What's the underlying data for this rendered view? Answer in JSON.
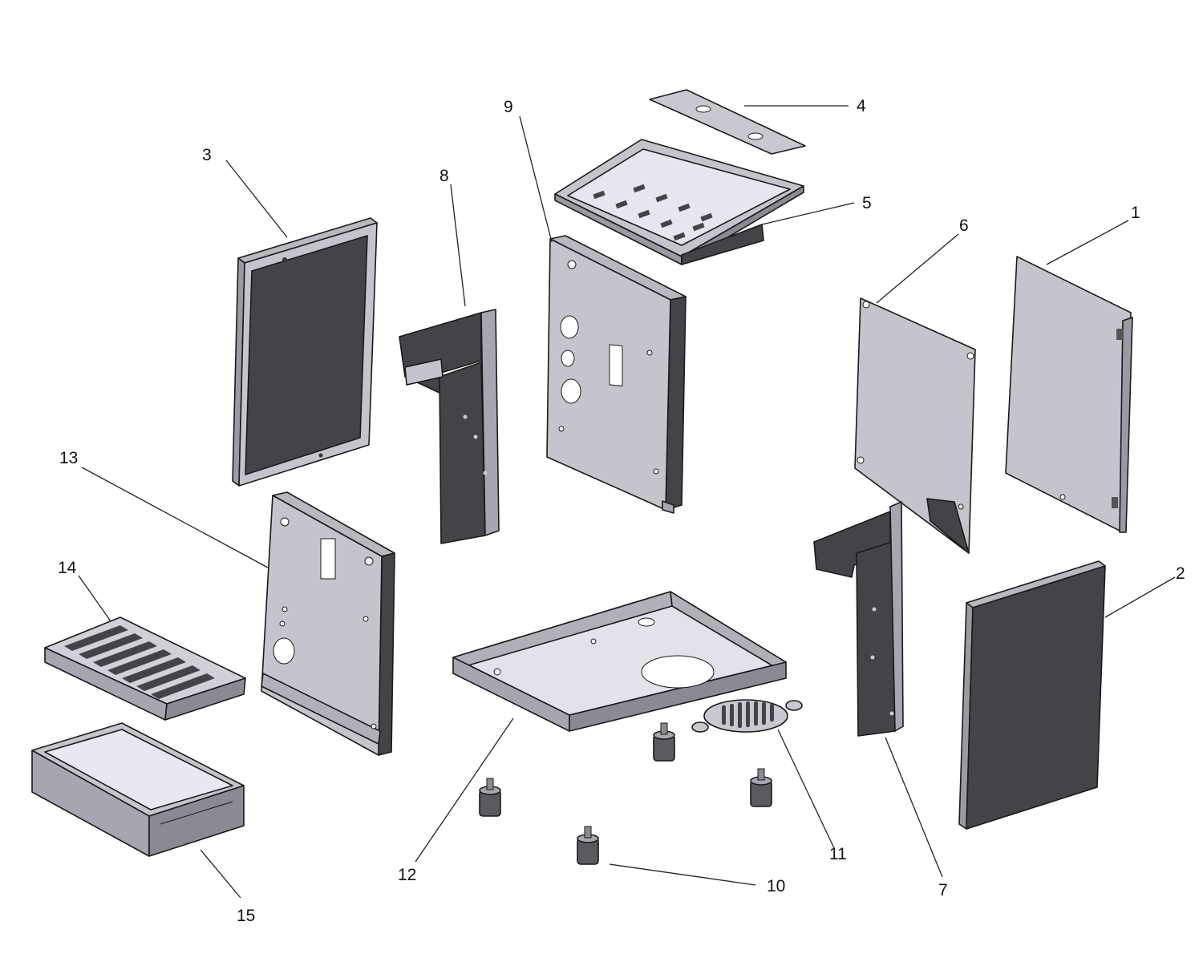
{
  "diagram": {
    "parts": [
      {
        "number": "1"
      },
      {
        "number": "2"
      },
      {
        "number": "3"
      },
      {
        "number": "4"
      },
      {
        "number": "5"
      },
      {
        "number": "6"
      },
      {
        "number": "7"
      },
      {
        "number": "8"
      },
      {
        "number": "9"
      },
      {
        "number": "10"
      },
      {
        "number": "11"
      },
      {
        "number": "12"
      },
      {
        "number": "13"
      },
      {
        "number": "14"
      },
      {
        "number": "15"
      }
    ]
  },
  "colors": {
    "panel_light": "#c4c4cc",
    "panel_mid": "#a6a6b0",
    "panel_dark": "#444448",
    "edge": "#1a1a1a",
    "background": "#ffffff"
  }
}
